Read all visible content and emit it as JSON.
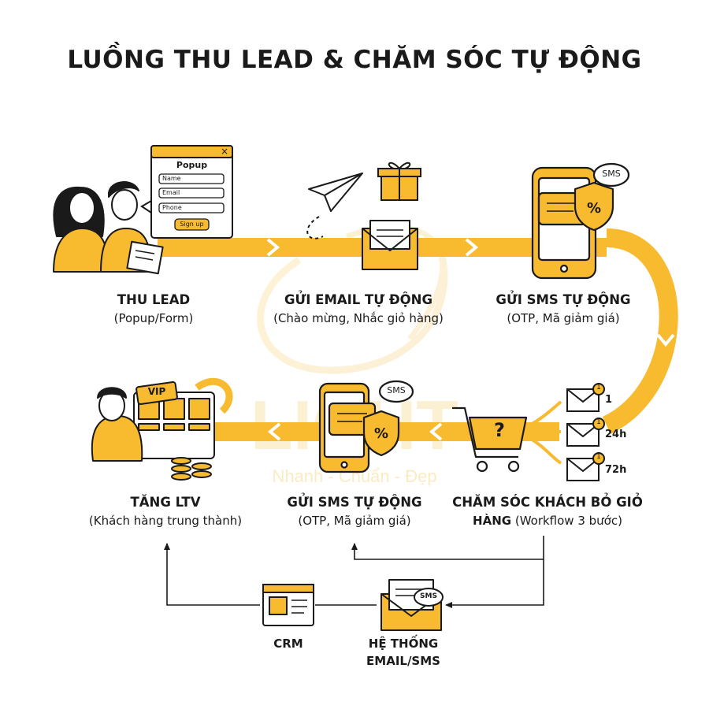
{
  "title": "LUỒNG THU LEAD & CHĂM SÓC TỰ ĐỘNG",
  "colors": {
    "accent": "#F8BA2F",
    "accent_light": "#FDE3A5",
    "stroke": "#1a1a1a",
    "watermark": "#FBE7B5"
  },
  "watermark": {
    "brand": "LIGHT",
    "tagline": "Nhanh - Chuẩn - Đẹp"
  },
  "steps": {
    "thu_lead": {
      "title": "THU LEAD",
      "sub": "(Popup/Form)"
    },
    "gui_email": {
      "title": "GỬI EMAIL TỰ ĐỘNG",
      "sub": "(Chào mừng, Nhắc giỏ hàng)"
    },
    "gui_sms_top": {
      "title": "GỬI SMS TỰ ĐỘNG",
      "sub": "(OTP, Mã giảm giá)"
    },
    "tang_ltv": {
      "title": "TĂNG LTV",
      "sub": "(Khách hàng trung thành)"
    },
    "gui_sms_bottom": {
      "title": "GỬI SMS TỰ ĐỘNG",
      "sub": "(OTP, Mã giảm giá)"
    },
    "cham_soc": {
      "title_line1": "CHĂM SÓC KHÁCH BỎ GIỎ",
      "title_line2": "HÀNG",
      "sub": "(Workflow 3 bước)"
    }
  },
  "popup": {
    "title": "Popup",
    "fields": [
      "Name",
      "Email",
      "Phone"
    ],
    "button": "Sign up",
    "close": "×"
  },
  "sms_badge": "SMS",
  "vip_badge": "VIP",
  "workflow_steps": [
    {
      "label": "1",
      "badge": "1"
    },
    {
      "label": "24h",
      "badge": "1"
    },
    {
      "label": "72h",
      "badge": "1"
    }
  ],
  "systems": {
    "crm": "CRM",
    "email_sms_line1": "HỆ THỐNG",
    "email_sms_line2": "EMAIL/SMS"
  }
}
